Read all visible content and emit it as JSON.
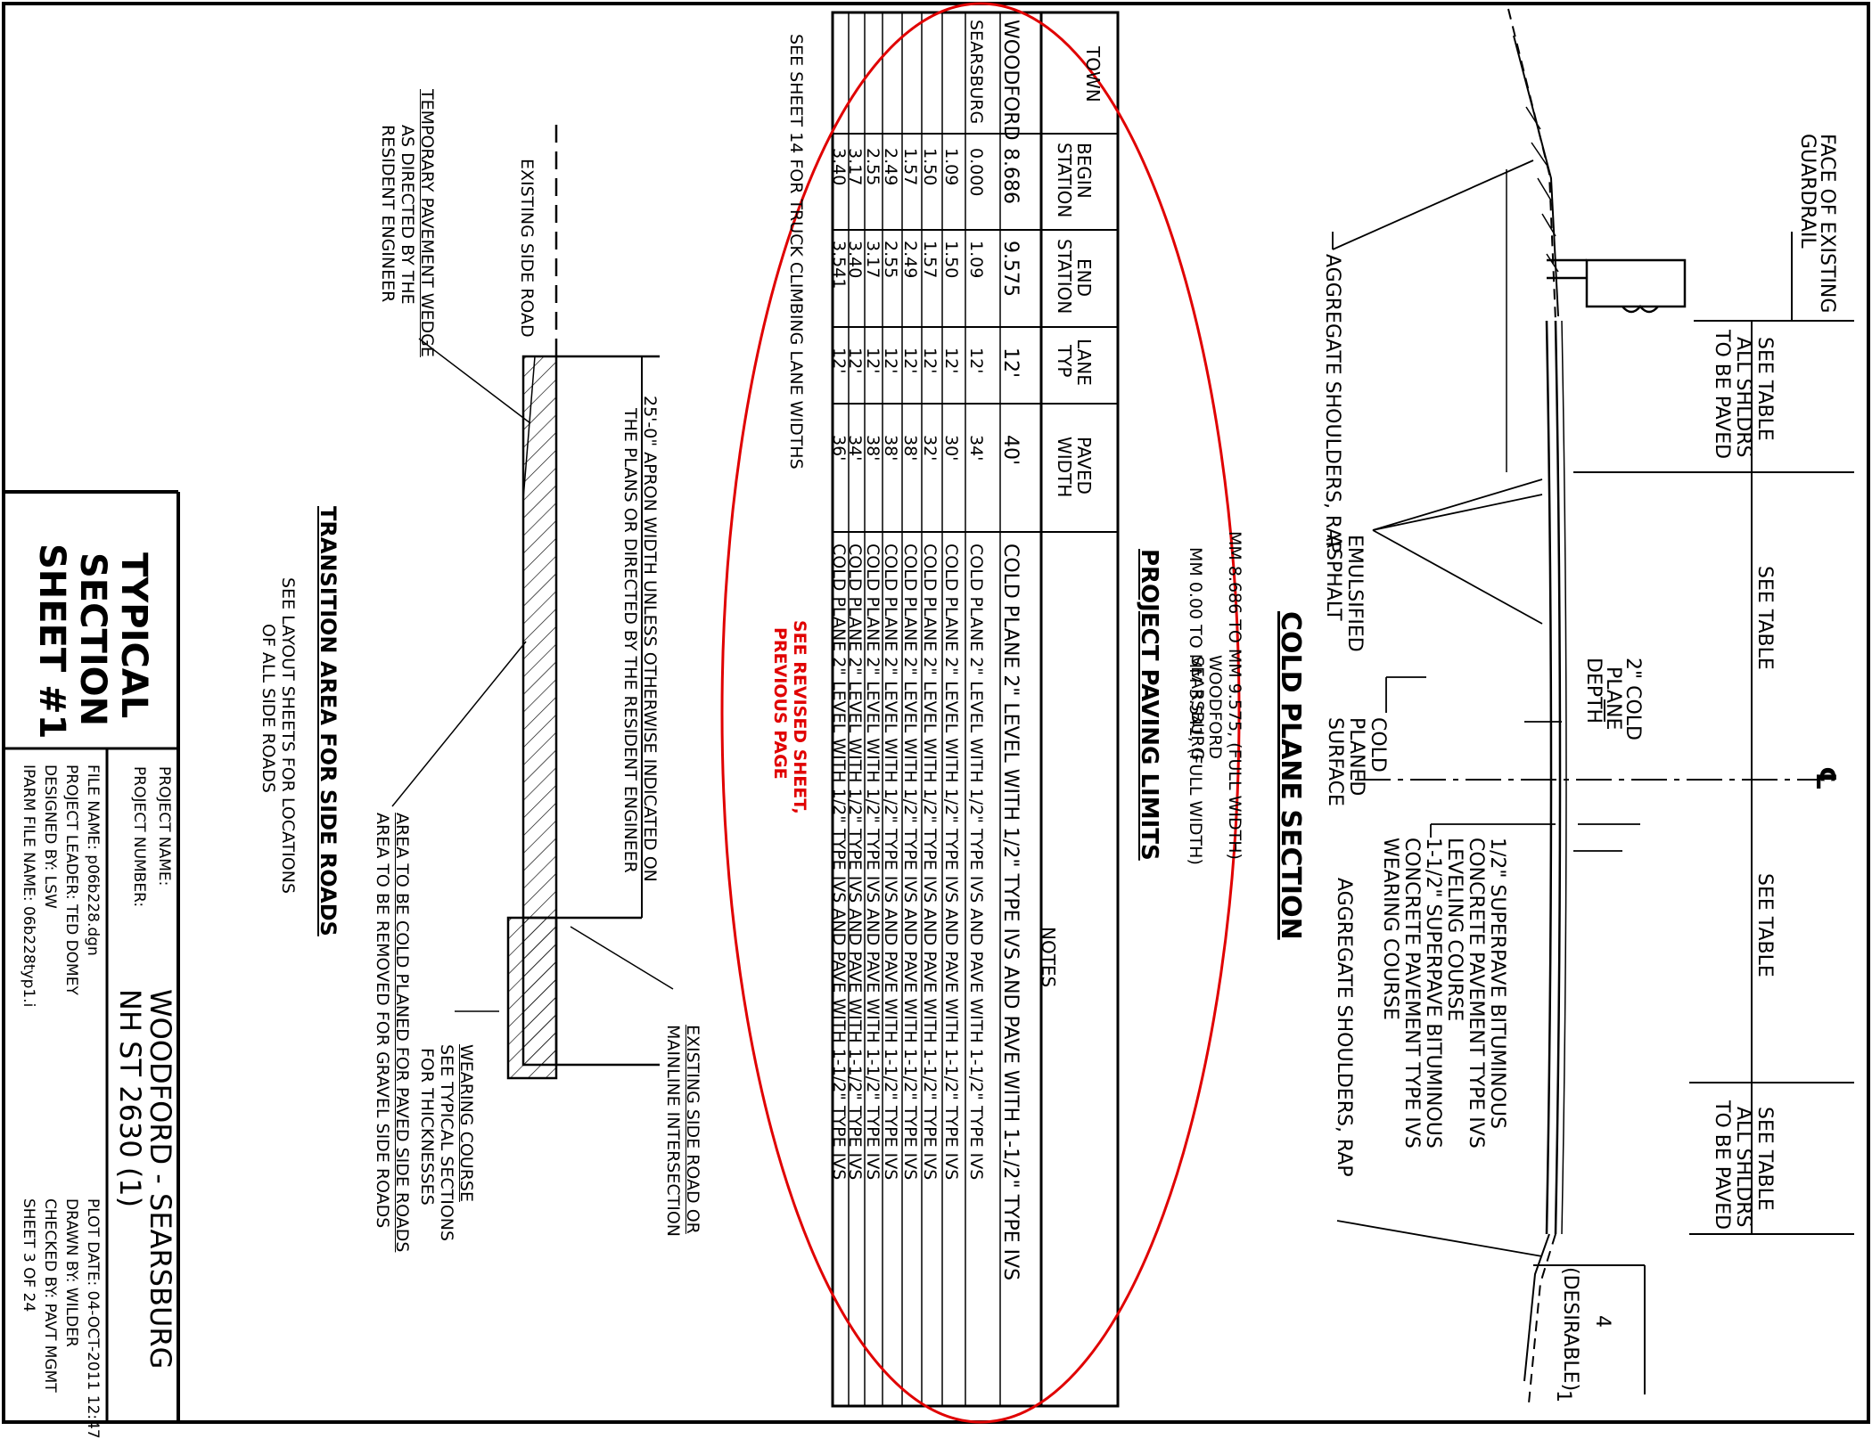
{
  "cold_plane_section": {
    "title": "COLD PLANE SECTION",
    "labels": {
      "face_guardrail_1": "FACE OF EXISTING",
      "face_guardrail_2": "GUARDRAIL",
      "see_table_shldr_left_1": "SEE TABLE",
      "see_table_shldr_left_2": "ALL SHLDRS",
      "see_table_shldr_left_3": "TO BE PAVED",
      "see_table_mid_left": "SEE TABLE",
      "see_table_mid_right": "SEE TABLE",
      "see_table_shldr_right_1": "SEE TABLE",
      "see_table_shldr_right_2": "ALL SHLDRS",
      "see_table_shldr_right_3": "TO BE PAVED",
      "aggregate_left": "AGGREGATE SHOULDERS, RAP",
      "emulsified_1": "EMULSIFIED",
      "emulsified_2": "ASPHALT",
      "cold_plane_depth_1": "2\" COLD",
      "cold_plane_depth_2": "PLANE",
      "cold_plane_depth_3": "DEPTH",
      "cold_planed_1": "COLD",
      "cold_planed_2": "PLANED",
      "cold_planed_3": "SURFACE",
      "superpave_1": "1/2\" SUPERPAVE BITUMINOUS",
      "superpave_2": "CONCRETE PAVEMENT TYPE IVS",
      "superpave_3": "LEVELING COURSE",
      "superpave_4": "1-1/2\" SUPERPAVE BITUMINOUS",
      "superpave_5": "CONCRETE PAVEMENT TYPE IVS",
      "superpave_6": "WEARING COURSE",
      "aggregate_right": "AGGREGATE SHOULDERS, RAP",
      "slope_4": "4",
      "slope_1": "1",
      "desirable": "(DESIRABLE)",
      "centerline": "℄"
    }
  },
  "paving_limits": {
    "title": "PROJECT PAVING LIMITS",
    "sub1": "WOODFORD",
    "sub2": "MM 8.686 TO MM 9.575, (FULL WIDTH)",
    "sub3": "SEARSBURG",
    "sub4": "MM 0.00 TO MM 3.541, (FULL WIDTH)",
    "headers": {
      "town": "TOWN",
      "begin1": "BEGIN",
      "begin2": "STATION",
      "end1": "END",
      "end2": "STATION",
      "lane1": "LANE",
      "lane2": "TYP",
      "paved1": "PAVED",
      "paved2": "WIDTH",
      "notes": "NOTES"
    },
    "rows": [
      {
        "town": "WOODFORD",
        "begin": "8.686",
        "end": "9.575",
        "lane": "12'",
        "width": "40'",
        "note": "COLD PLANE 2\" LEVEL WITH 1/2\" TYPE IVS AND PAVE WITH 1-1/2\" TYPE IVS"
      },
      {
        "town": "SEARSBURG",
        "begin": "0.000",
        "end": "1.09",
        "lane": "12'",
        "width": "34'",
        "note": "COLD PLANE 2\" LEVEL WITH 1/2\" TYPE IVS AND PAVE WITH 1-1/2\" TYPE IVS"
      },
      {
        "town": "",
        "begin": "1.09",
        "end": "1.50",
        "lane": "12'",
        "width": "30'",
        "note": "COLD PLANE 2\" LEVEL WITH 1/2\" TYPE IVS AND PAVE WITH 1-1/2\" TYPE IVS"
      },
      {
        "town": "",
        "begin": "1.50",
        "end": "1.57",
        "lane": "12'",
        "width": "32'",
        "note": "COLD PLANE 2\" LEVEL WITH 1/2\" TYPE IVS AND PAVE WITH 1-1/2\" TYPE IVS"
      },
      {
        "town": "",
        "begin": "1.57",
        "end": "2.49",
        "lane": "12'",
        "width": "38'",
        "note": "COLD PLANE 2\" LEVEL WITH 1/2\" TYPE IVS AND PAVE WITH 1-1/2\" TYPE IVS"
      },
      {
        "town": "",
        "begin": "2.49",
        "end": "2.55",
        "lane": "12'",
        "width": "38'",
        "note": "COLD PLANE 2\" LEVEL WITH 1/2\" TYPE IVS AND PAVE WITH 1-1/2\" TYPE IVS"
      },
      {
        "town": "",
        "begin": "2.55",
        "end": "3.17",
        "lane": "12'",
        "width": "38'",
        "note": "COLD PLANE 2\" LEVEL WITH 1/2\" TYPE IVS AND PAVE WITH 1-1/2\" TYPE IVS"
      },
      {
        "town": "",
        "begin": "3.17",
        "end": "3.40",
        "lane": "12'",
        "width": "34'",
        "note": "COLD PLANE 2\" LEVEL WITH 1/2\" TYPE IVS AND PAVE WITH 1-1/2\" TYPE IVS"
      },
      {
        "town": "",
        "begin": "3.40",
        "end": "3.541",
        "lane": "12'",
        "width": "36'",
        "note": "COLD PLANE 2\" LEVEL WITH 1/2\" TYPE IVS AND PAVE WITH 1-1/2\" TYPE IVS"
      }
    ],
    "see_sheet": "SEE SHEET 14 FOR TRUCK CLIMBING LANE WIDTHS",
    "revised_1": "SEE REVISED SHEET,",
    "revised_2": "PREVIOUS PAGE"
  },
  "transition": {
    "title": "TRANSITION AREA FOR SIDE ROADS",
    "sub1": "SEE LAYOUT SHEETS FOR LOCATIONS",
    "sub2": "OF ALL SIDE ROADS",
    "existing_side_road": "EXISTING SIDE ROAD",
    "wedge_1": "TEMPORARY PAVEMENT WEDGE",
    "wedge_2": "AS DIRECTED BY THE",
    "wedge_3": "RESIDENT ENGINEER",
    "apron_1": "25'-0\" APRON WIDTH UNLESS OTHERWISE INDICATED ON",
    "apron_2": "THE PLANS OR DIRECTED BY THE RESIDENT ENGINEER",
    "mainline_1": "EXISTING SIDE ROAD OR",
    "mainline_2": "MAINLINE INTERSECTION",
    "wearing_1": "WEARING COURSE",
    "wearing_2": "SEE TYPICAL SECTIONS",
    "wearing_3": "FOR THICKNESSES",
    "area_1": "AREA TO BE COLD PLANED FOR PAVED SIDE ROADS",
    "area_2": "AREA TO BE REMOVED FOR GRAVEL SIDE ROADS"
  },
  "title_block": {
    "sheet_title_1": "TYPICAL",
    "sheet_title_2": "SECTION",
    "sheet_title_3": "SHEET #1",
    "project_name_label": "PROJECT NAME:",
    "project_name": "WOODFORD - SEARSBURG",
    "project_number_label": "PROJECT NUMBER:",
    "project_number": "NH ST 2630 (1)",
    "file_name": "FILE NAME: p06b228.dgn",
    "project_leader": "PROJECT LEADER: TED DOMEY",
    "designed_by": "DESIGNED BY: LSW",
    "iparm": "IPARM FILE NAME: 06b228typ1.i",
    "plot_date": "PLOT DATE: 04-OCT-2011 12:47",
    "drawn_by": "DRAWN BY: WILDER",
    "checked_by": "CHECKED BY: PAVT MGMT",
    "sheet": "SHEET   3   OF   24"
  },
  "colors": {
    "ink": "#000000",
    "markup": "#e00000"
  }
}
